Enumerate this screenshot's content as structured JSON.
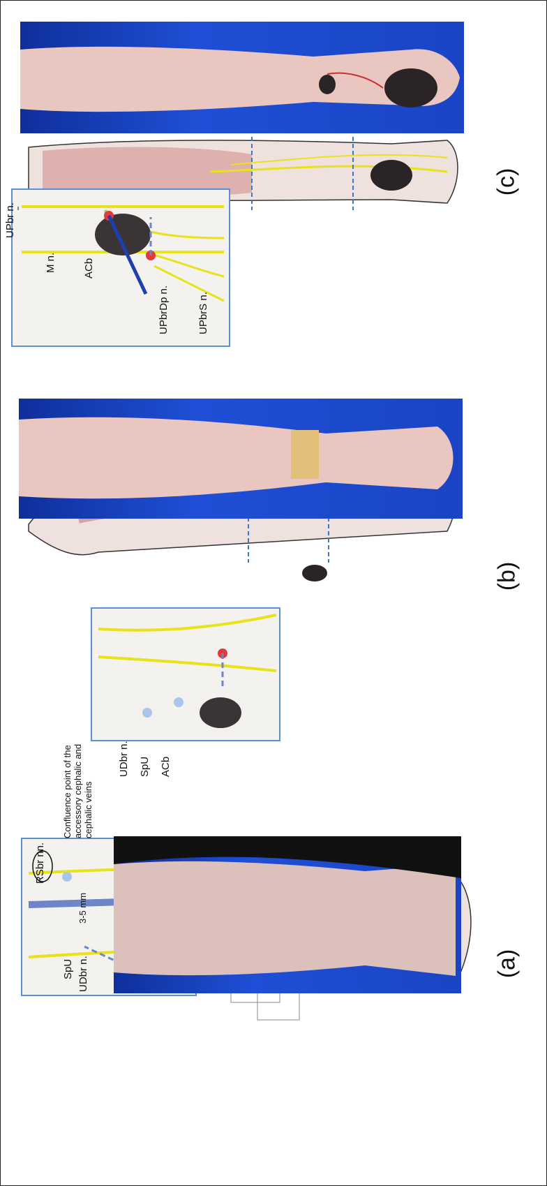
{
  "panels": {
    "a": {
      "label": "(a)",
      "annotations": {
        "rsbr": "RSbr nn.",
        "confluence": "Confluence point of the accessory cephalic and cephalic veins",
        "distance": "3-5 mm",
        "spu": "SpU",
        "udbr": "UDbr n."
      }
    },
    "b": {
      "label": "(b)",
      "annotations": {
        "udbr": "UDbr n.",
        "spu": "SpU",
        "acb": "ACb"
      }
    },
    "c": {
      "label": "(c)",
      "annotations": {
        "upbr": "UPbr n.",
        "m": "M n.",
        "acb": "ACb",
        "upbrdp": "UPbrDp n.",
        "upbrs": "UPbrS n."
      }
    }
  },
  "colors": {
    "photo_background": "#1f4fd6",
    "inset_border": "#5b8fd6",
    "nerve": "#e8e21a",
    "muscle": "#c98a88",
    "vein": "#6e86c9",
    "puncture_point": "#e23a3a",
    "needle": "#1e3fb0"
  }
}
